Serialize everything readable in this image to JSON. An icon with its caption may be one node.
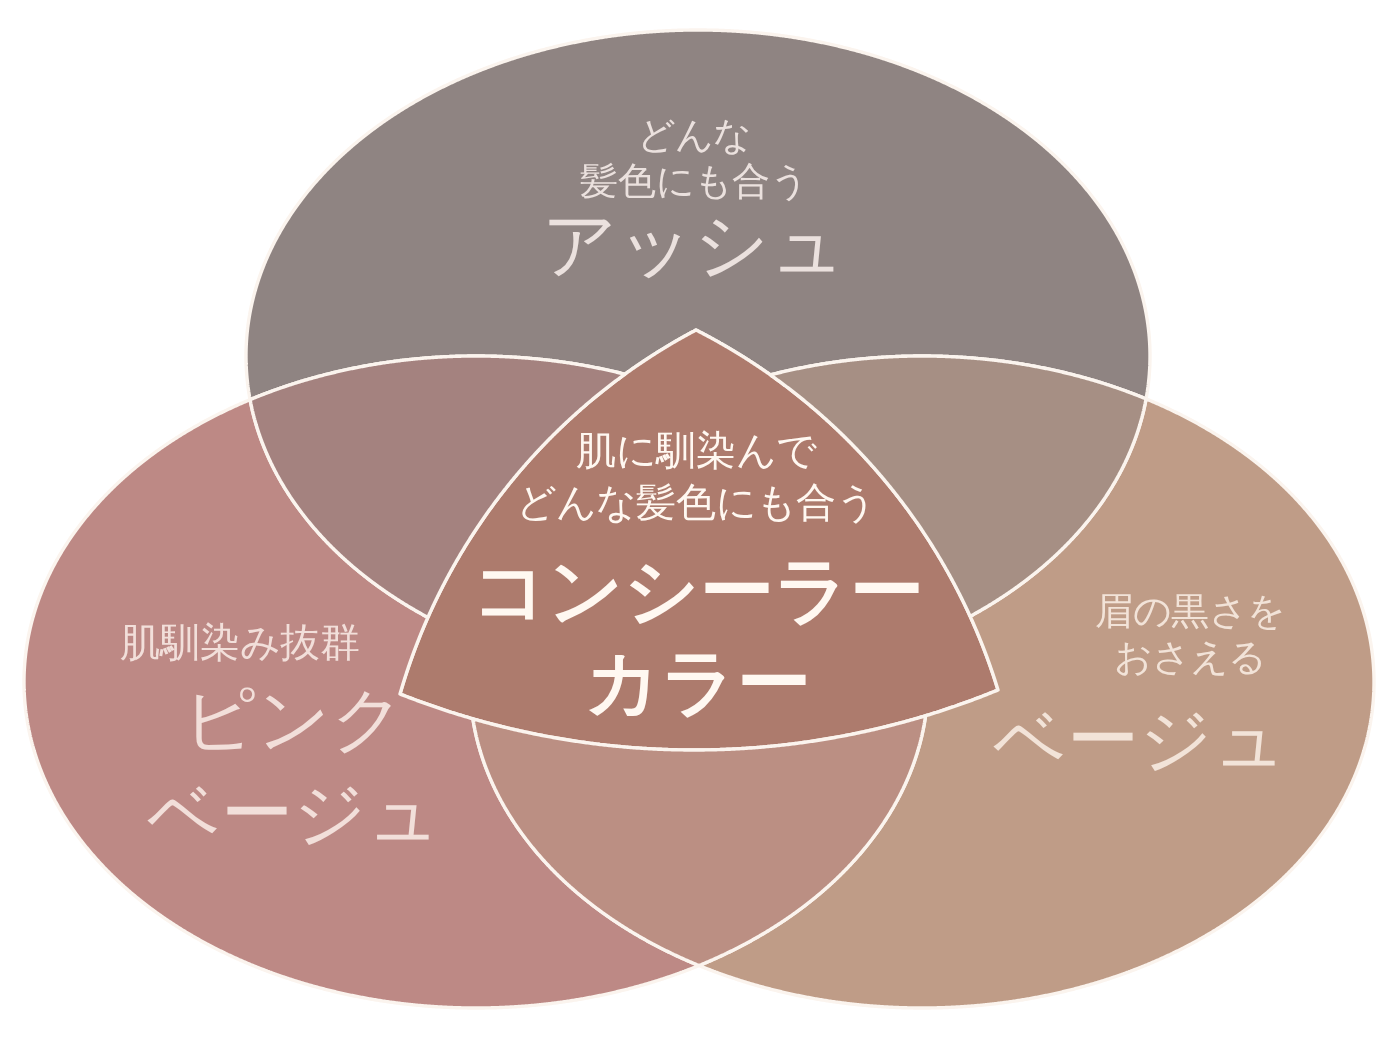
{
  "diagram": {
    "nodes": [
      {
        "text": [
          "どんな髪色にも合う",
          "アッシュ"
        ]
      },
      {
        "text": [
          "肌に馴染んでどんな髪色にも合う",
          "コンシーラーカラー"
        ]
      },
      {
        "text": [
          "肌馴染み抜群",
          "ピンクベージュ"
        ]
      },
      {
        "text": [
          "眉の黒さをおさえる",
          "ベージュ"
        ]
      },
      {
        "text": [],
        "shape": "lens"
      },
      {
        "text": [],
        "shape": "lens"
      },
      {
        "text": [],
        "shape": "lens"
      }
    ]
  }
}
